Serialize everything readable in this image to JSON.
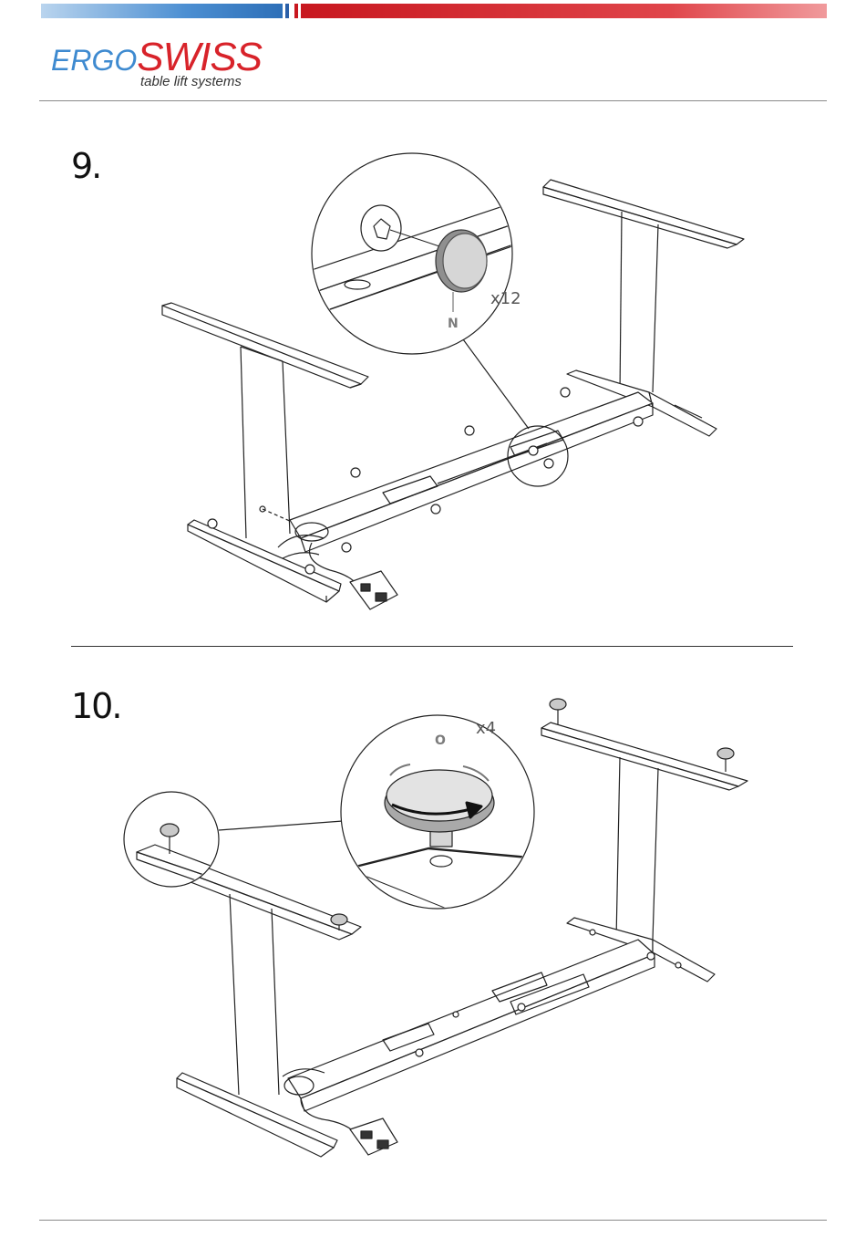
{
  "header": {
    "brand_ergo": "ERGO",
    "brand_swiss": "SWISS",
    "tagline": "table lift systems",
    "colors": {
      "blue": "#3e8ad0",
      "red": "#d8232a"
    }
  },
  "steps": [
    {
      "number": "9.",
      "part_label": "N",
      "quantity": "x12"
    },
    {
      "number": "10.",
      "part_label": "O",
      "quantity": "x4"
    }
  ]
}
